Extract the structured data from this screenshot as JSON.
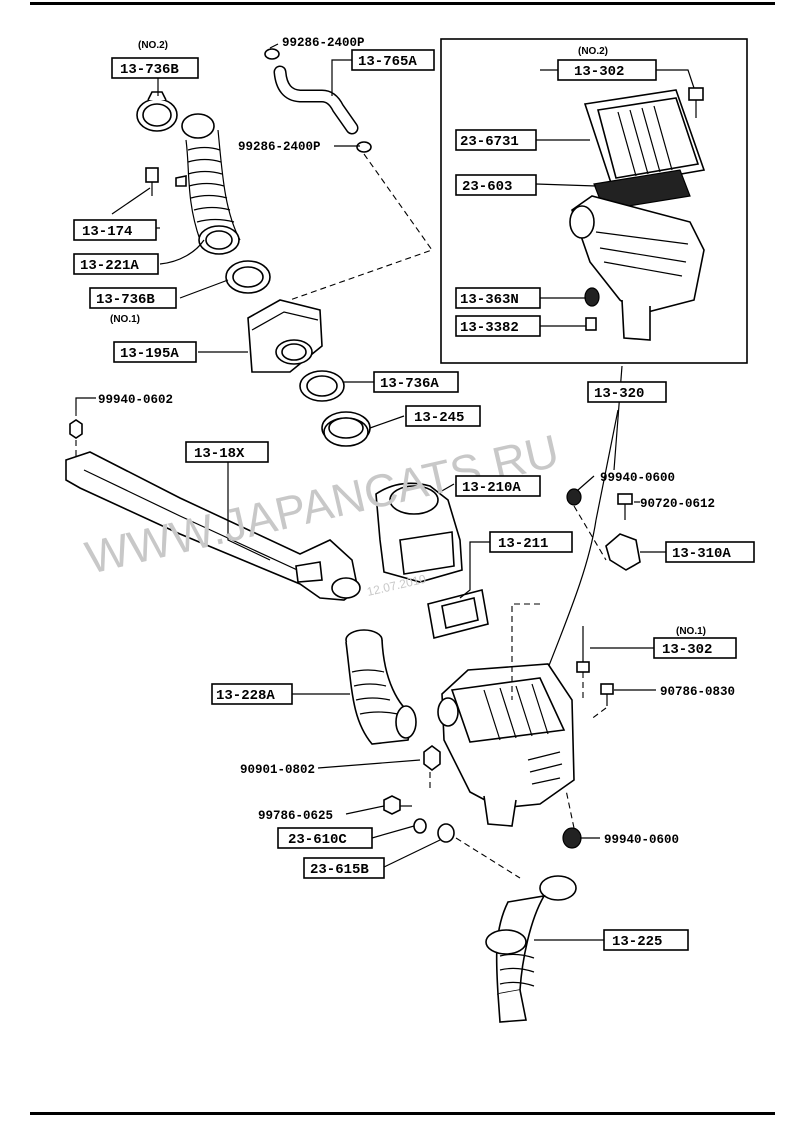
{
  "labels": {
    "l_13_736b_top": "13-736B",
    "l_13_736b_top_note": "(NO.2)",
    "l_13_765a": "13-765A",
    "l_99286_a": "99286-2400P",
    "l_99286_b": "99286-2400P",
    "l_13_174": "13-174",
    "l_13_221a": "13-221A",
    "l_13_736b_mid": "13-736B",
    "l_13_736b_mid_note": "(NO.1)",
    "l_13_195a": "13-195A",
    "l_13_736a": "13-736A",
    "l_13_245": "13-245",
    "l_99940_0602": "99940-0602",
    "l_13_18x": "13-18X",
    "l_13_210a": "13-210A",
    "l_13_211": "13-211",
    "l_13_228a": "13-228A",
    "l_90901": "90901-0802",
    "l_99786": "99786-0625",
    "l_23_610c": "23-610C",
    "l_23_615b": "23-615B",
    "l_13_302_top_note": "(NO.2)",
    "l_13_302_top": "13-302",
    "l_23_6731": "23-6731",
    "l_23_603": "23-603",
    "l_13_363n": "13-363N",
    "l_13_3382": "13-3382",
    "l_13_320": "13-320",
    "l_99940_0600_a": "99940-0600",
    "l_90720": "90720-0612",
    "l_13_310a": "13-310A",
    "l_13_302_bot_note": "(NO.1)",
    "l_13_302_bot": "13-302",
    "l_90786": "90786-0830",
    "l_99940_0600_b": "99940-0600",
    "l_13_225": "13-225"
  },
  "watermark": {
    "site": "WWW.JAPANCATS.RU",
    "date": "12.07.2010"
  }
}
